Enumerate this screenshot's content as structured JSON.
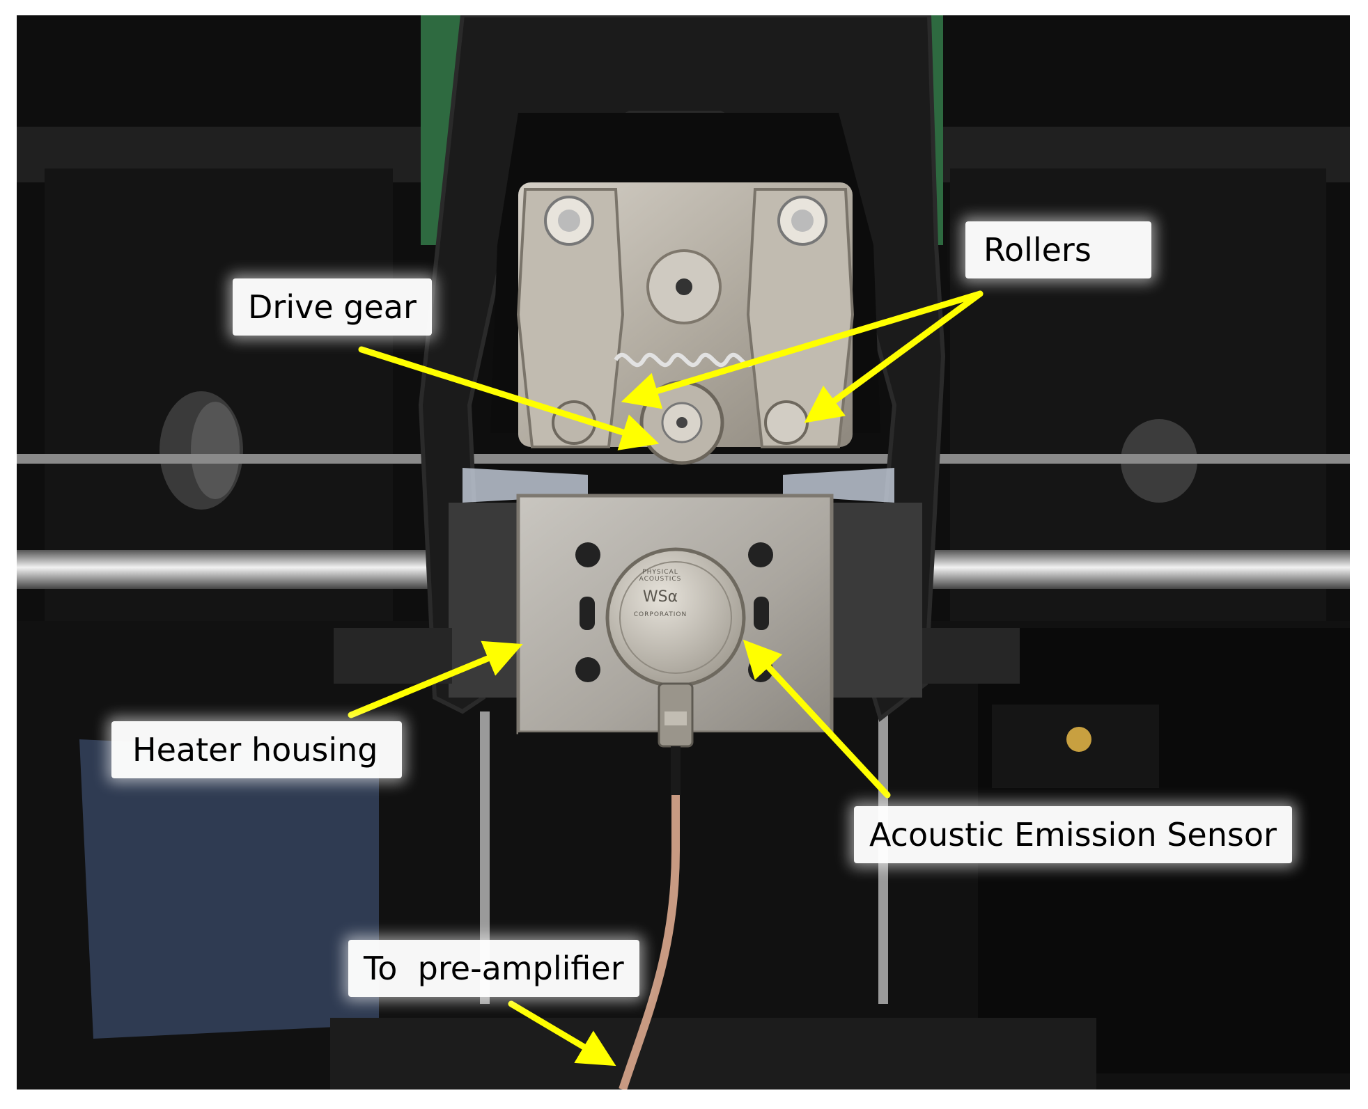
{
  "figure": {
    "labels": {
      "drive_gear": "Drive gear",
      "rollers": "Rollers",
      "heater_housing": "Heater housing",
      "acoustic_emission_sensor": "Acoustic Emission Sensor",
      "to_pre_amplifier": "To  pre-amplifier"
    },
    "sensor_cap_text": {
      "top": "PHYSICAL ACOUSTICS",
      "middle": "WSα",
      "bottom": "CORPORATION"
    },
    "colors": {
      "arrow": "#ffff00",
      "background": "#0d0d0d",
      "metal": "#b9b2a8",
      "frame": "#1a1a1a",
      "cable": "#c89a82"
    }
  }
}
